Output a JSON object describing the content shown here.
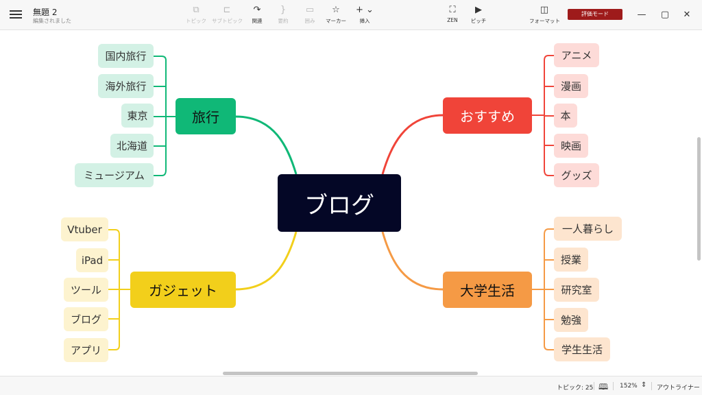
{
  "header": {
    "doc_title": "無題 2",
    "doc_status": "編集されました",
    "tools": {
      "topic": "トピック",
      "subtopic": "サブトピック",
      "relation": "関連",
      "summary": "要約",
      "boundary": "囲み",
      "marker": "マーカー",
      "insert": "挿入",
      "zen": "ZEN",
      "pitch": "ピッチ",
      "format": "フォーマット"
    },
    "eval_mode": "評価モード"
  },
  "mindmap": {
    "central": "ブログ",
    "branches": {
      "travel": {
        "title": "旅行",
        "children": [
          "国内旅行",
          "海外旅行",
          "東京",
          "北海道",
          "ミュージアム"
        ],
        "color": "#10b877"
      },
      "recommend": {
        "title": "おすすめ",
        "children": [
          "アニメ",
          "漫画",
          "本",
          "映画",
          "グッズ"
        ],
        "color": "#f04439"
      },
      "gadget": {
        "title": "ガジェット",
        "children": [
          "Vtuber",
          "iPad",
          "ツール",
          "ブログ",
          "アプリ"
        ],
        "color": "#f2cf1b"
      },
      "college": {
        "title": "大学生活",
        "children": [
          "一人暮らし",
          "授業",
          "研究室",
          "勉強",
          "学生生活"
        ],
        "color": "#f59a45"
      }
    }
  },
  "status": {
    "topic_count": "トピック: 25",
    "zoom": "152%",
    "outliner": "アウトライナー"
  }
}
